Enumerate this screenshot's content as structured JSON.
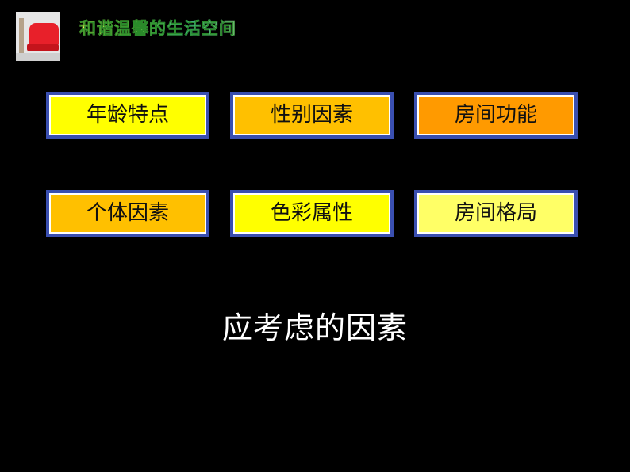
{
  "header": {
    "title": "和谐温馨的生活空间"
  },
  "factors": [
    {
      "label": "年龄特点",
      "color": "#ffff00"
    },
    {
      "label": "性别因素",
      "color": "#ffc000"
    },
    {
      "label": "房间功能",
      "color": "#ff9a00"
    },
    {
      "label": "个体因素",
      "color": "#ffc000"
    },
    {
      "label": "色彩属性",
      "color": "#ffff00"
    },
    {
      "label": "房间格局",
      "color": "#ffff66"
    }
  ],
  "caption": "应考虑的因素",
  "colors": {
    "background": "#000000",
    "box_border": "#3a4fb0"
  }
}
